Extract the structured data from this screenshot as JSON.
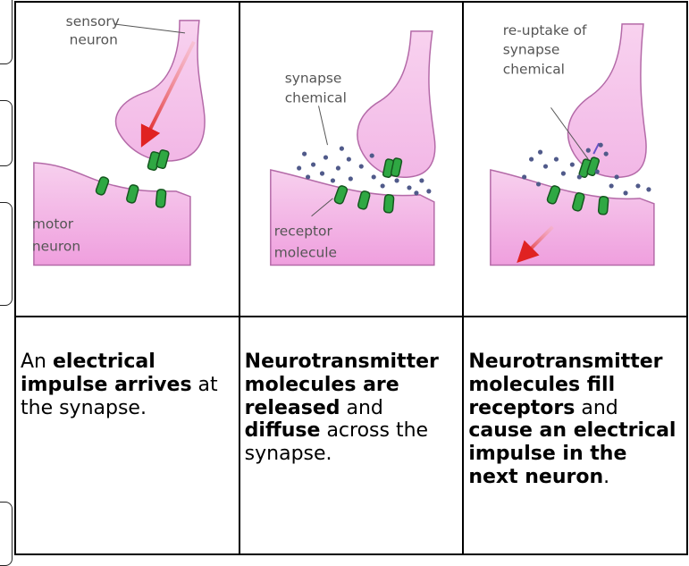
{
  "panels": [
    {
      "labels": {
        "sensory_line1": "sensory",
        "sensory_line2": "neuron",
        "motor_line1": "motor",
        "motor_line2": "neuron"
      },
      "caption": {
        "t1": "An ",
        "b1": "electrical impulse arrives",
        "t2": " at the synapse."
      }
    },
    {
      "labels": {
        "chem_line1": "synapse",
        "chem_line2": "chemical",
        "receptor_line1": "receptor",
        "receptor_line2": "molecule"
      },
      "caption": {
        "b1": "Neurotransmitter molecules are released",
        "t1": " and ",
        "b2": "diffuse",
        "t2": " across the synapse."
      }
    },
    {
      "labels": {
        "reuptake_line1": "re-uptake of",
        "reuptake_line2": "synapse",
        "reuptake_line3": "chemical"
      },
      "caption": {
        "b1": "Neurotransmitter molecules fill receptors",
        "t1": " and ",
        "b2": "cause an electrical impulse in the next neuron",
        "t2": "."
      }
    }
  ],
  "colors": {
    "neuron_fill": "#f5c6ea",
    "neuron_stroke": "#b46aa8",
    "neuron_bottom": "#ee9fdd",
    "receptor_fill": "#2fa843",
    "receptor_stroke": "#14561e",
    "molecule": "#505a8a",
    "impulse_arrow": "#e02222"
  }
}
